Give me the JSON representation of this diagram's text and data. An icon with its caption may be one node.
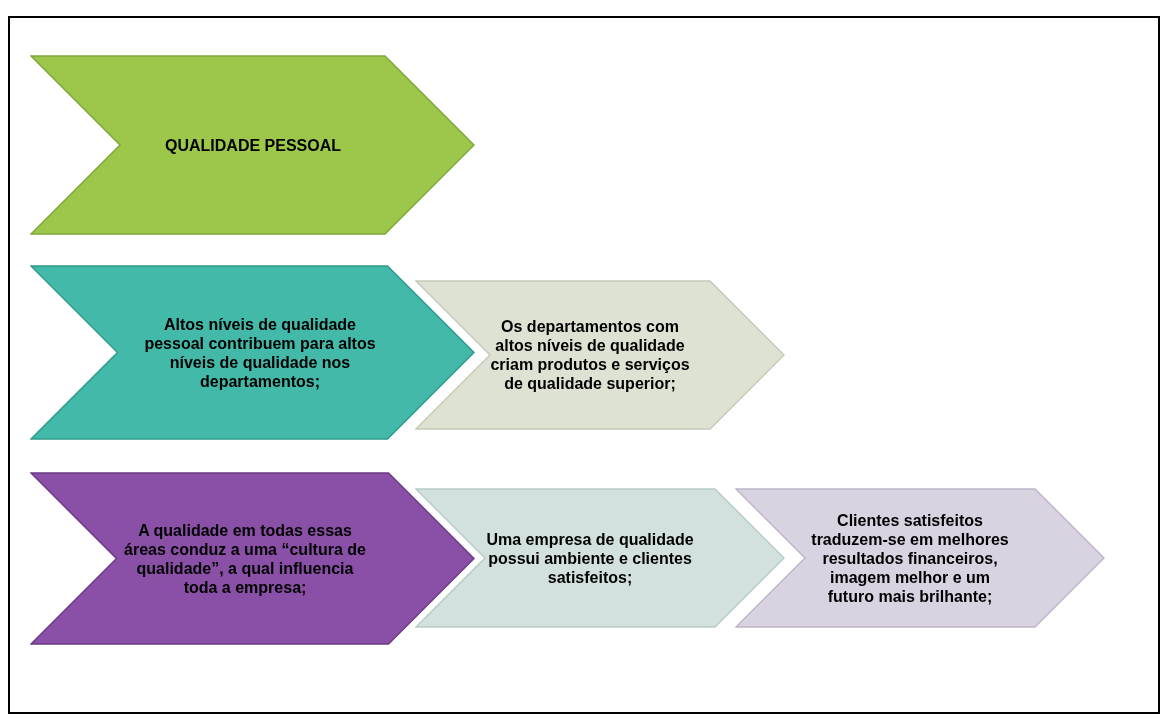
{
  "diagram": {
    "nodes": [
      {
        "text": [
          "QUALIDADE PESSOAL"
        ]
      },
      {
        "text": [
          "Altos níveis de qualidade pessoal contribuem para altos níveis de qualidade nos departamentos;"
        ]
      },
      {
        "text": [
          "Os departamentos com altos níveis de qualidade criam produtos e serviços de qualidade superior;"
        ]
      },
      {
        "text": [
          "A qualidade em todas essas áreas conduz a uma “cultura de qualidade”, a qual influencia  toda a empresa;"
        ]
      },
      {
        "text": [
          "Uma empresa de qualidade possui ambiente e clientes satisfeitos;"
        ]
      },
      {
        "text": [
          "Clientes satisfeitos traduzem-se em melhores resultados financeiros, imagem melhor e um futuro mais brilhante;"
        ]
      }
    ]
  }
}
